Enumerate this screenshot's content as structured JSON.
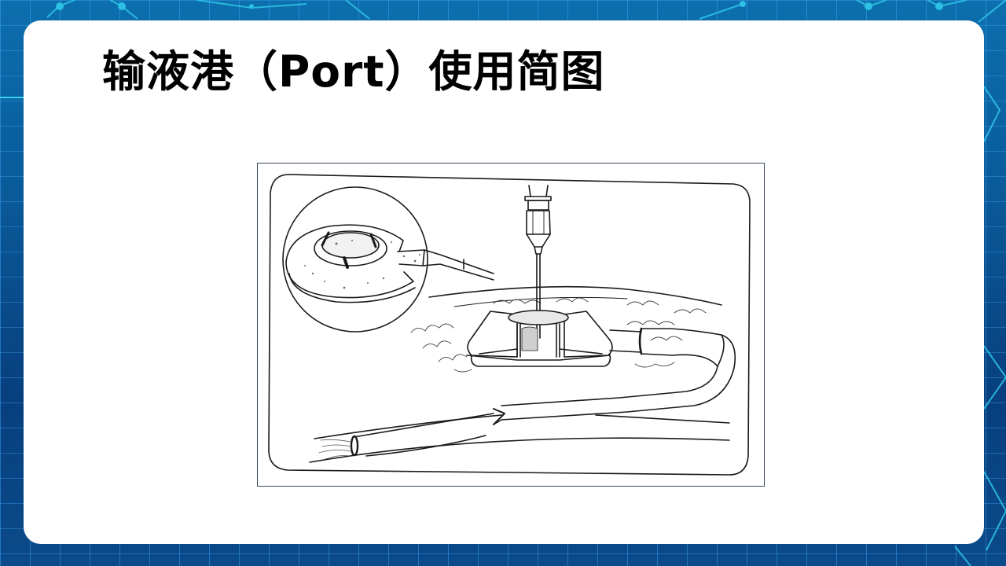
{
  "slide": {
    "title": "输液港（Port）使用简图",
    "background_color": "#0a5d9c",
    "card_color": "#ffffff",
    "accent_color": "#2ec6e8"
  },
  "figure": {
    "description": "Line illustration of an implanted infusion port: Huber needle inserted through skin into port reservoir, catheter tunneled to vein, inset circle showing port exterior",
    "parts": [
      {
        "id": "needle",
        "name": "needle-icon"
      },
      {
        "id": "port-body",
        "name": "port-reservoir"
      },
      {
        "id": "catheter",
        "name": "catheter-tube"
      },
      {
        "id": "vein",
        "name": "vein"
      },
      {
        "id": "inset",
        "name": "port-exterior-inset"
      },
      {
        "id": "skin",
        "name": "skin-layer"
      }
    ]
  }
}
